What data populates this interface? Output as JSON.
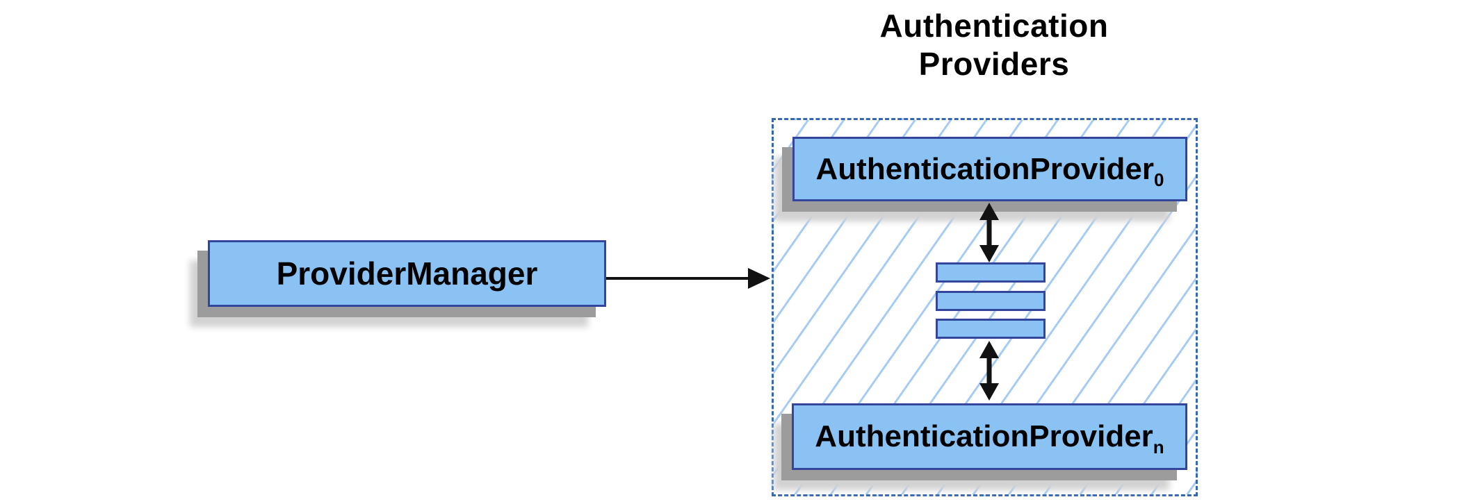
{
  "diagram": {
    "title": {
      "line1": "Authentication",
      "line2": "Providers"
    },
    "provider_manager": {
      "label": "ProviderManager"
    },
    "providers": {
      "first": {
        "label": "AuthenticationProvider",
        "subscript": "0"
      },
      "last": {
        "label": "AuthenticationProvider",
        "subscript": "n"
      },
      "more_indicator_bars": 3
    }
  },
  "colors": {
    "box_fill": "#8AC2F4",
    "box_border": "#34459C",
    "hatch_line": "#A6CCF4",
    "dashed_border": "#3767AE",
    "arrow": "#111111",
    "shadow_dark": "#9C9C9C",
    "shadow_light": "#D2D2D2",
    "text": "#000000"
  }
}
